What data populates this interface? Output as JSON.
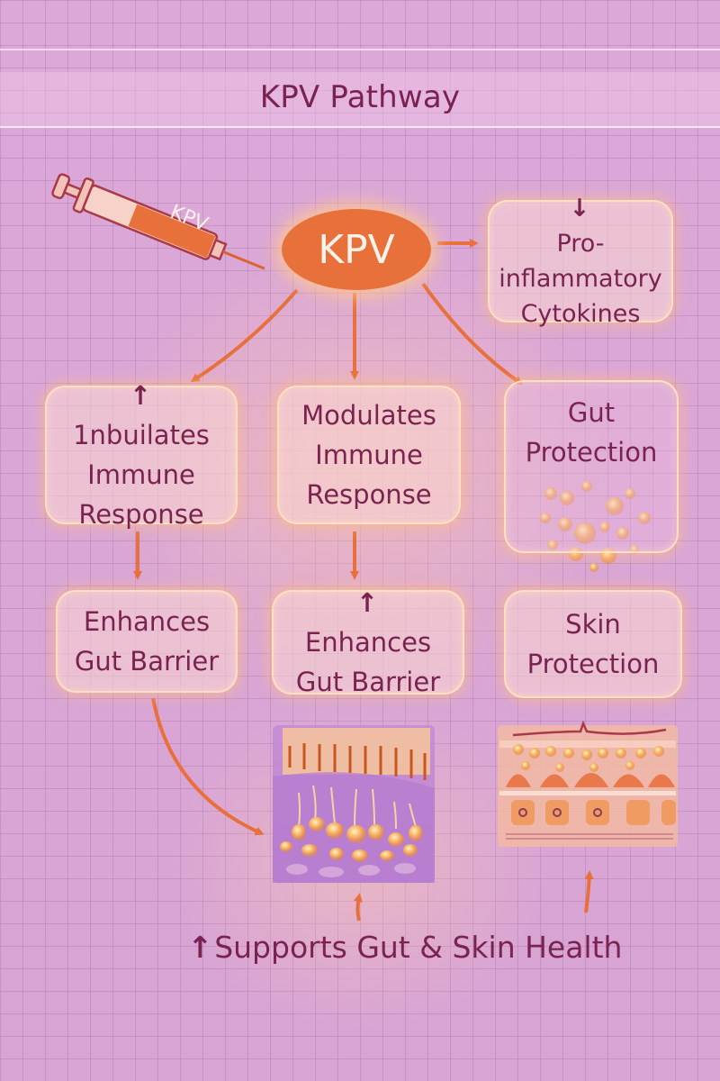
{
  "header": {
    "title": "KPV Pathway"
  },
  "syringe": {
    "label": "KPV"
  },
  "center_node": {
    "label": "KPV"
  },
  "colors": {
    "text": "#7a2350",
    "accent_orange": "#e8703a",
    "background": "#d9a6d6",
    "box_fill": "#f8d6d2",
    "box_border": "#ffe2be"
  },
  "nodes": {
    "cytokines": {
      "icon": "arrow-down",
      "arrow_glyph": "↓",
      "line1": "Pro-",
      "line2": "inflammatory",
      "line3": "Cytokines"
    },
    "inhibits_immune": {
      "icon": "arrow-up",
      "arrow_glyph": "↑",
      "line1": "1nbuilates",
      "line2": "Immune",
      "line3": "Response"
    },
    "modulates_immune": {
      "line1": "Modulates",
      "line2": "Immune",
      "line3": "Response"
    },
    "gut_protection": {
      "line1": "Gut",
      "line2": "Protection"
    },
    "enhances_gut_left": {
      "line1": "Enhances",
      "line2": "Gut Barrier"
    },
    "enhances_gut_mid": {
      "icon": "arrow-up",
      "arrow_glyph": "↑",
      "line1": "Enhances",
      "line2": "Gut Barrier"
    },
    "skin_protection": {
      "line1": "Skin",
      "line2": "Protection"
    }
  },
  "illustrations": {
    "gut_particles": "gut-particles-illustration",
    "intestinal_villi": "intestinal-lining-illustration",
    "skin_layers": "skin-layers-illustration"
  },
  "footer": {
    "icon": "arrow-up",
    "arrow_glyph": "↑",
    "label": "Supports Gut & Skin Health"
  }
}
